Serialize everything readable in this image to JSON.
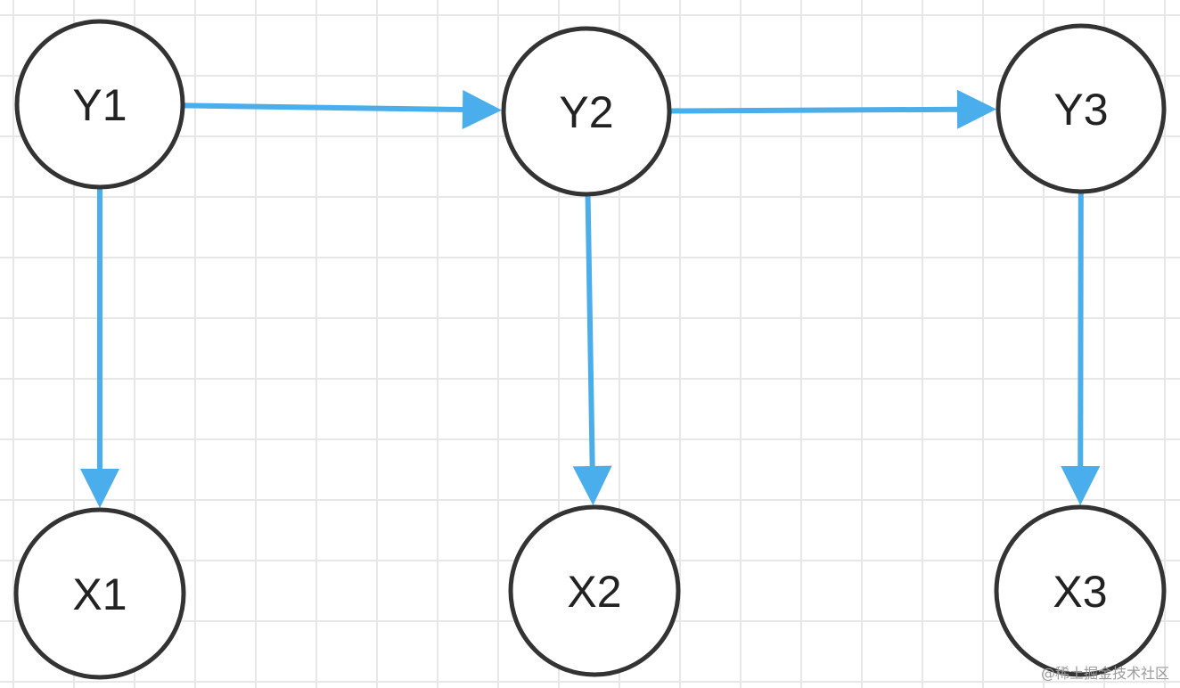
{
  "diagram": {
    "nodes": [
      {
        "id": "Y1",
        "label": "Y1"
      },
      {
        "id": "Y2",
        "label": "Y2"
      },
      {
        "id": "Y3",
        "label": "Y3"
      },
      {
        "id": "X1",
        "label": "X1"
      },
      {
        "id": "X2",
        "label": "X2"
      },
      {
        "id": "X3",
        "label": "X3"
      }
    ],
    "edges": [
      {
        "from": "Y1",
        "to": "Y2"
      },
      {
        "from": "Y2",
        "to": "Y3"
      },
      {
        "from": "Y1",
        "to": "X1"
      },
      {
        "from": "Y2",
        "to": "X2"
      },
      {
        "from": "Y3",
        "to": "X3"
      }
    ],
    "colors": {
      "edge": "#4aaeec",
      "node_stroke": "#333333",
      "node_fill": "#ffffff"
    }
  },
  "watermark": {
    "text": "@稀土掘金技术社区"
  }
}
